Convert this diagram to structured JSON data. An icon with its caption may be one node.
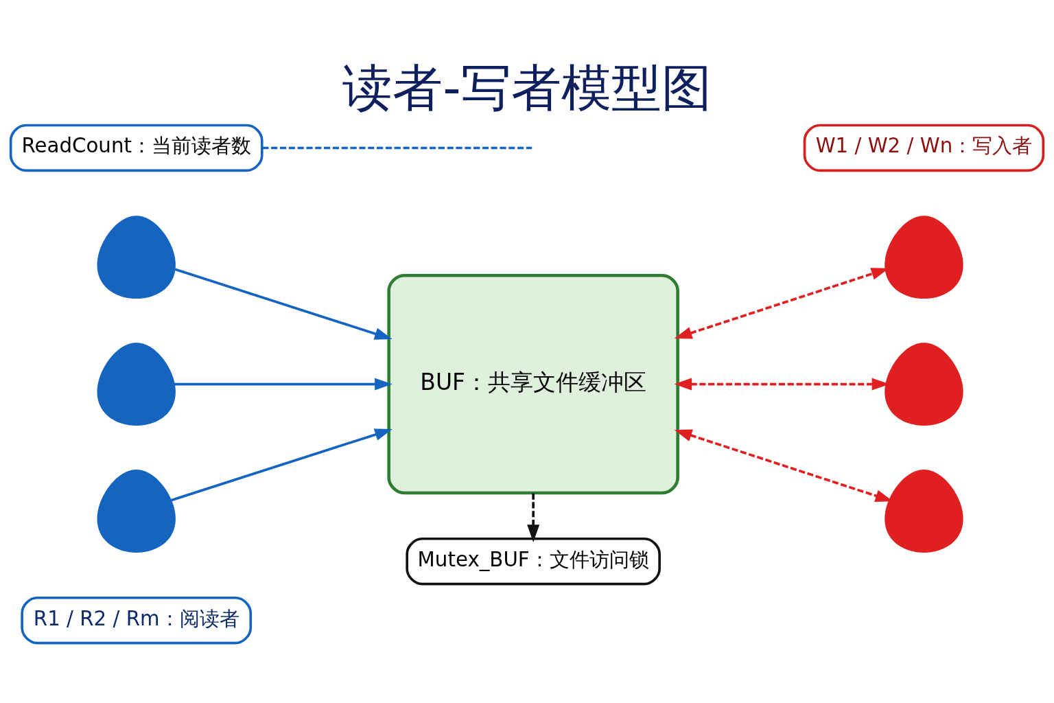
{
  "diagram": {
    "title": "读者-写者模型图",
    "nodes": [
      {
        "text": [
          "R1 / R2 / Rm：阅读者"
        ]
      },
      {
        "text": [],
        "shape": "person"
      },
      {
        "text": [],
        "shape": "person"
      },
      {
        "text": [],
        "shape": "person"
      },
      {
        "text": [
          "BUF：共享文件缓冲区"
        ]
      },
      {
        "text": [
          "W1 / W2 / Wn：写入者"
        ]
      },
      {
        "text": [],
        "shape": "person"
      },
      {
        "text": [],
        "shape": "person"
      },
      {
        "text": [],
        "shape": "person"
      },
      {
        "text": [
          "ReadCount：当前读者数"
        ]
      },
      {
        "text": [
          "Mutex_BUF：文件访问锁"
        ]
      }
    ],
    "edges": [
      {
        "from": 1,
        "to": 4,
        "arrow": "to",
        "color": "#1565c0"
      },
      {
        "from": 2,
        "to": 4,
        "arrow": "to",
        "color": "#1565c0"
      },
      {
        "from": 3,
        "to": 4,
        "arrow": "to",
        "color": "#1565c0"
      },
      {
        "from": 9,
        "to": null,
        "arrow": "none",
        "style": "dashed",
        "color": "#1565c0"
      },
      {
        "from": 6,
        "to": 4,
        "arrow": "both",
        "style": "dashed",
        "color": "#e02020"
      },
      {
        "from": 7,
        "to": 4,
        "arrow": "both",
        "style": "dashed",
        "color": "#e02020"
      },
      {
        "from": 8,
        "to": 4,
        "arrow": "both",
        "style": "dashed",
        "color": "#e02020"
      },
      {
        "from": 4,
        "to": 10,
        "arrow": "to",
        "style": "dashed",
        "color": "#111111"
      }
    ]
  }
}
